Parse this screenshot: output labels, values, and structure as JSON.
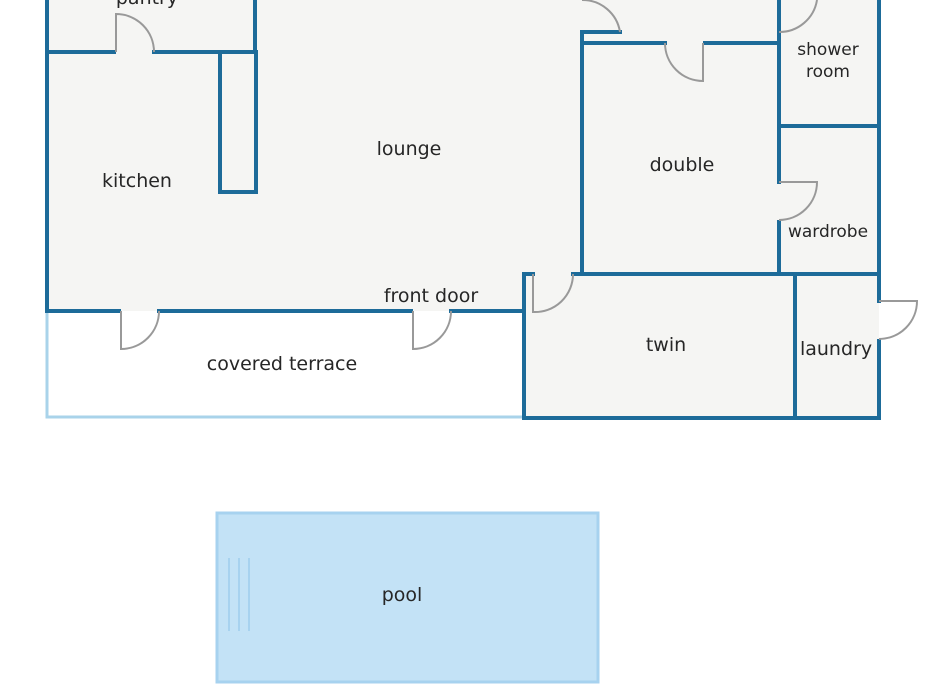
{
  "labels": {
    "pantry": "pantry",
    "kitchen": "kitchen",
    "lounge": "lounge",
    "double": "double",
    "shower_line1": "shower",
    "shower_line2": "room",
    "wardrobe": "wardrobe",
    "front_door": "front door",
    "covered_terrace": "covered terrace",
    "twin": "twin",
    "laundry": "laundry",
    "pool": "pool"
  },
  "colors": {
    "wall": "#1d6b99",
    "terrace_outline": "#a9d3ea",
    "floor": "#f5f5f3",
    "pool_fill": "#c3e2f6",
    "pool_edge": "#a7d2ef",
    "door_swing": "#999999",
    "text": "#262626"
  }
}
